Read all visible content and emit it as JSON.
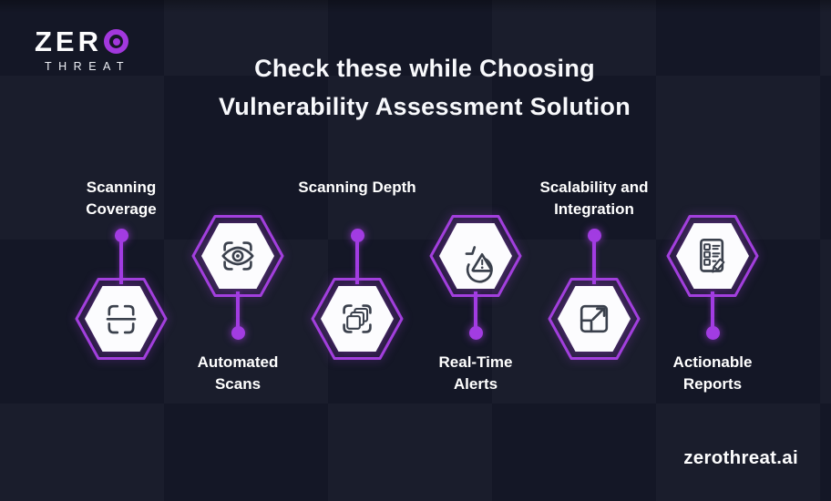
{
  "brand": {
    "name_primary": "ZER",
    "name_o_icon": "target-ring-icon",
    "name_secondary": "THREAT",
    "website": "zerothreat.ai"
  },
  "header": {
    "title": "Check these while Choosing Vulnerability Assessment Solution"
  },
  "items": [
    {
      "label": "Scanning Coverage",
      "icon": "scan-frame-icon",
      "label_position": "top"
    },
    {
      "label": "Automated Scans",
      "icon": "scan-eye-icon",
      "label_position": "bottom"
    },
    {
      "label": "Scanning Depth",
      "icon": "scan-layers-icon",
      "label_position": "top"
    },
    {
      "label": "Real-Time Alerts",
      "icon": "clock-alert-icon",
      "label_position": "bottom"
    },
    {
      "label": "Scalability and Integration",
      "icon": "scale-expand-icon",
      "label_position": "top"
    },
    {
      "label": "Actionable Reports",
      "icon": "report-edit-icon",
      "label_position": "bottom"
    }
  ],
  "colors": {
    "background": "#141726",
    "accent_purple": "#a23fdd",
    "connector_purple": "#a23ce2",
    "hexagon_fill": "#fcfcfe",
    "icon_stroke": "#3a404c",
    "text": "#ffffff"
  }
}
